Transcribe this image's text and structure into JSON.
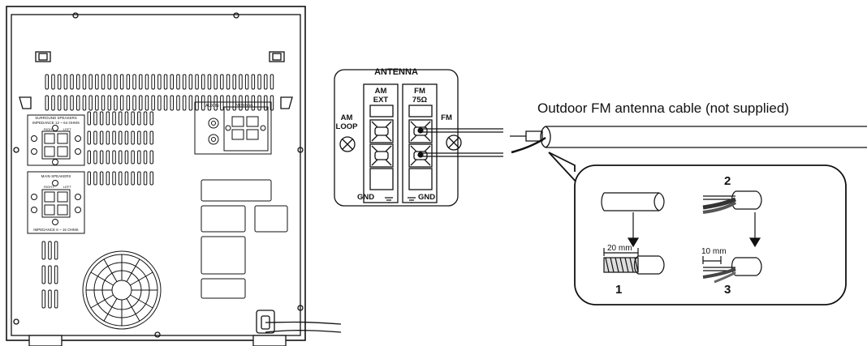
{
  "unit_panel": {
    "aux_in": "AUX IN",
    "antenna": "ANTENNA",
    "surround_speakers": "SURROUND SPEAKERS",
    "surround_impedance": "IMPEDANCE 12 ~ 64 OHMS",
    "main_speakers": "MAIN SPEAKERS",
    "main_impedance": "IMPEDANCE 6 ~ 16 OHMS",
    "right": "RIGHT",
    "left": "LEFT"
  },
  "antenna_terminal": {
    "title": "ANTENNA",
    "am_ext_1": "AM",
    "am_ext_2": "EXT",
    "fm75_1": "FM",
    "fm75_2": "75Ω",
    "am_loop_1": "AM",
    "am_loop_2": "LOOP",
    "fm": "FM",
    "gnd_left": "GND",
    "gnd_right": "GND"
  },
  "cable_label": "Outdoor FM antenna cable (not supplied)",
  "steps": {
    "step1": "1",
    "step2": "2",
    "step3": "3",
    "measure1": "20 mm",
    "measure3": "10 mm"
  }
}
